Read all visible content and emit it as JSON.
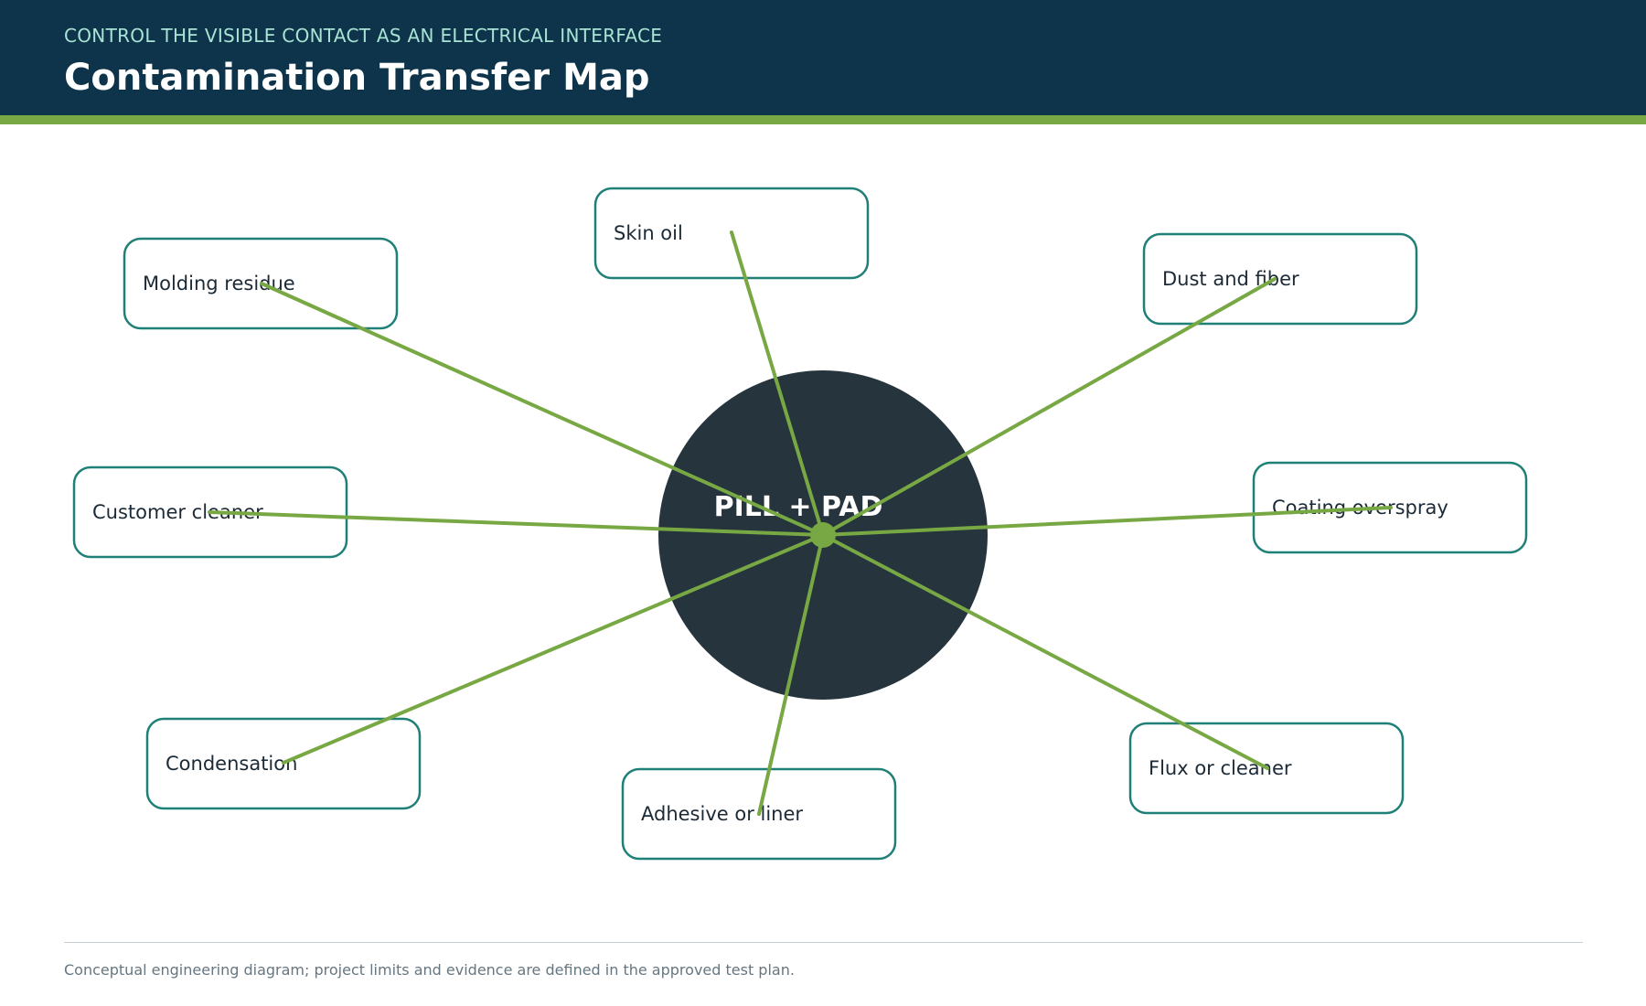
{
  "header": {
    "eyebrow": "CONTROL THE VISIBLE CONTACT AS AN ELECTRICAL INTERFACE",
    "title": "Contamination Transfer Map"
  },
  "diagram": {
    "hub_label": "PILL + PAD",
    "nodes": [
      {
        "id": "skin-oil",
        "label": "Skin oil"
      },
      {
        "id": "molding-residue",
        "label": "Molding residue"
      },
      {
        "id": "dust-and-fiber",
        "label": "Dust and fiber"
      },
      {
        "id": "customer-cleaner",
        "label": "Customer cleaner"
      },
      {
        "id": "coating-overspray",
        "label": "Coating overspray"
      },
      {
        "id": "condensation",
        "label": "Condensation"
      },
      {
        "id": "adhesive-or-liner",
        "label": "Adhesive or liner"
      },
      {
        "id": "flux-or-cleaner",
        "label": "Flux or cleaner"
      }
    ],
    "colors": {
      "hub": "#26343d",
      "node_border": "#1f8078",
      "connector": "#78a843",
      "node_text": "#1b2a36"
    }
  },
  "footer": {
    "note": "Conceptual engineering diagram; project limits and evidence are defined in the approved test plan."
  }
}
